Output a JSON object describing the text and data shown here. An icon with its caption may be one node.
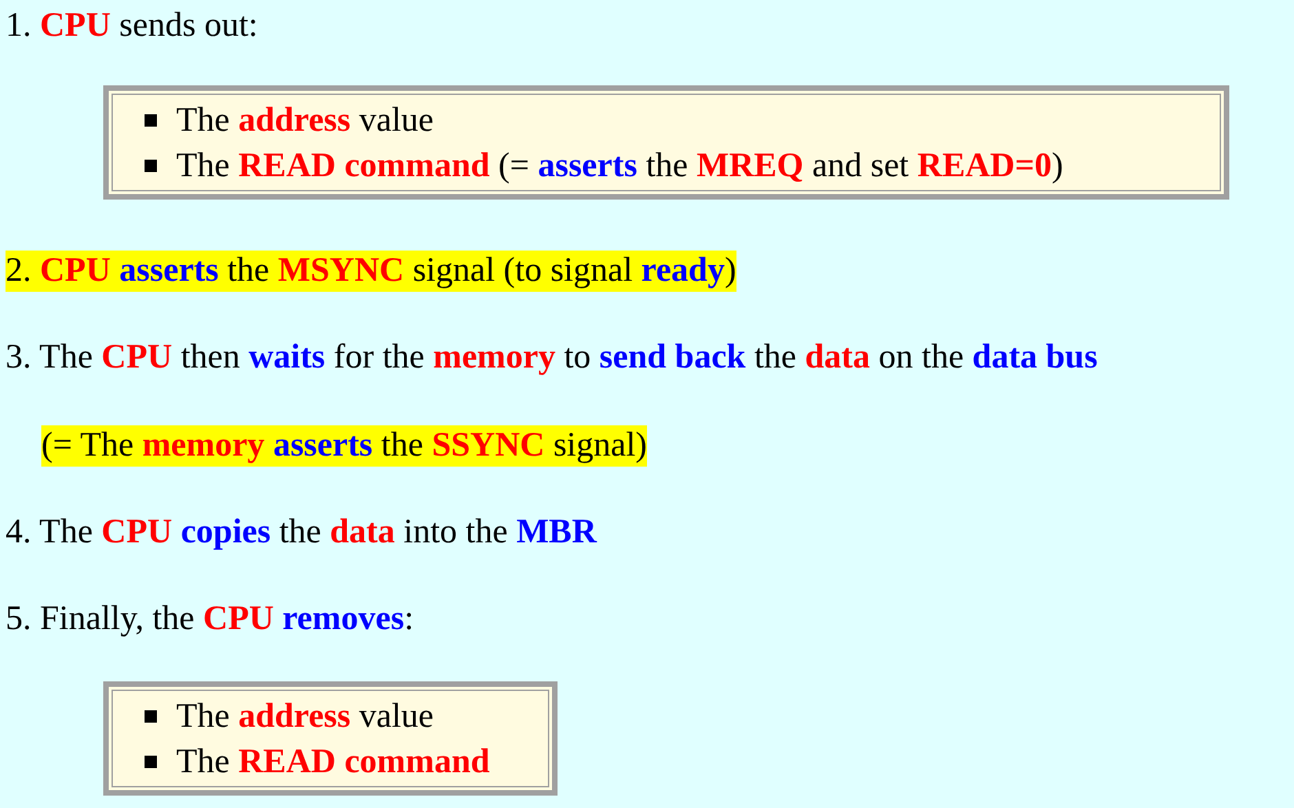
{
  "diagram": {
    "nodes": [
      {
        "text": [
          "The **address** value",
          "The **READ command** (= **asserts** the **MREQ** and set **READ=0**)"
        ]
      },
      {
        "text": [
          "The **address** value",
          "The **READ command**"
        ]
      }
    ],
    "labels": [
      "1. **CPU** sends out:",
      "2. **CPU** **asserts** the **MSYNC** signal (to signal **ready**)",
      "3. The **CPU** then **waits** for the **memory** to **send back** the **data** on the **data bus**",
      "(= The **memory** **asserts** the **SSYNC** signal)",
      "4. The **CPU** **copies** the **data** into the **MBR**",
      "5. Finally, the **CPU** **removes**:"
    ]
  }
}
